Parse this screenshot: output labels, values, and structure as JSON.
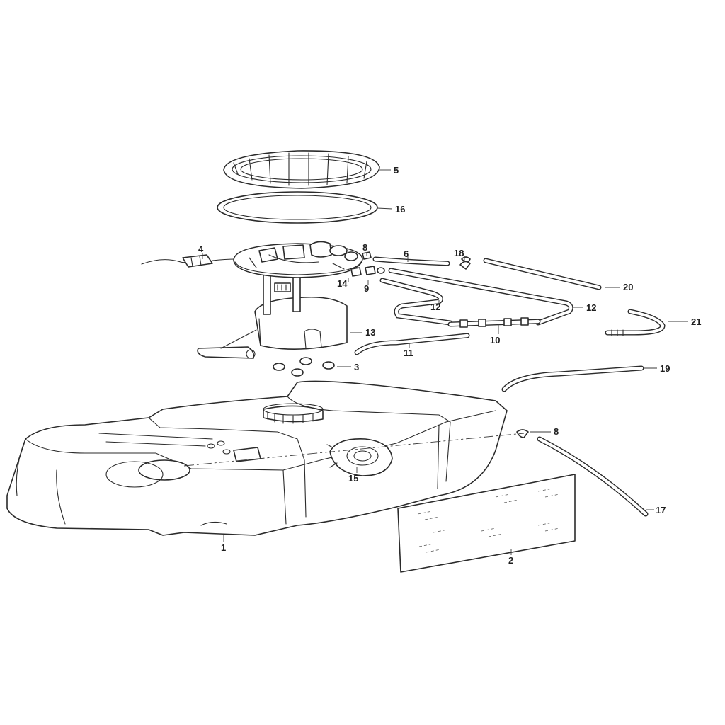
{
  "callouts": {
    "c1": "1",
    "c2": "2",
    "c3": "3",
    "c4": "4",
    "c5": "5",
    "c6": "6",
    "c8a": "8",
    "c8b": "8",
    "c9": "9",
    "c10": "10",
    "c11": "11",
    "c12a": "12",
    "c12b": "12",
    "c13": "13",
    "c14": "14",
    "c15": "15",
    "c16": "16",
    "c17": "17",
    "c18": "18",
    "c19": "19",
    "c20": "20",
    "c21": "21"
  }
}
